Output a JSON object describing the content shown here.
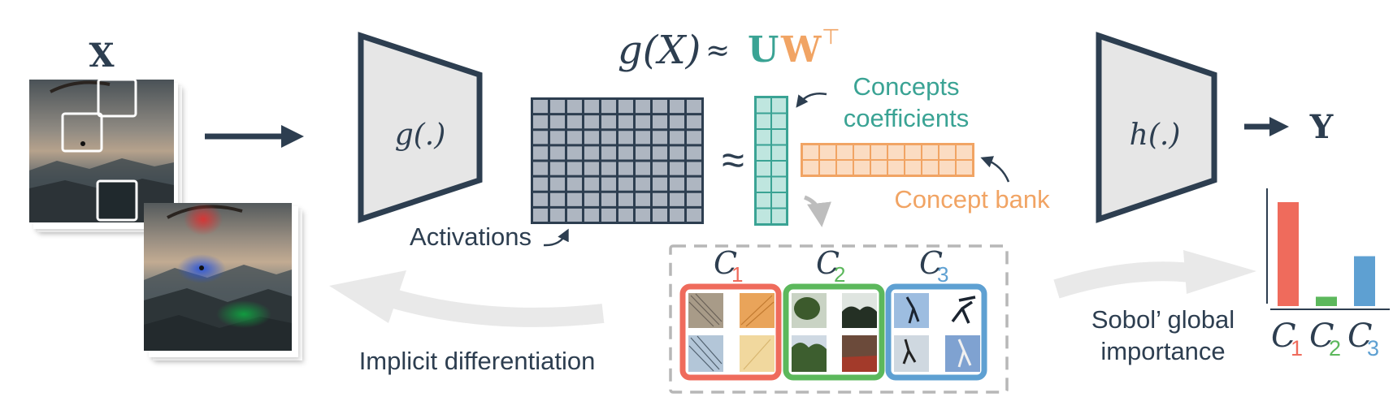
{
  "colors": {
    "navy": "#2d3e50",
    "teal": "#3aa394",
    "orange": "#f1a464",
    "red": "#ef6b5c",
    "green": "#5cb85c",
    "blue": "#5ea0d2",
    "light_gray": "#e6e6e6",
    "arrow_gray": "#e9e9e9",
    "dash_gray": "#b7b7b7"
  },
  "input": {
    "label": "X"
  },
  "encoder": {
    "label": "g(.)"
  },
  "decoder": {
    "label": "h(.)"
  },
  "output": {
    "label": "Y"
  },
  "equation": {
    "lhs": "g(X)",
    "approx": "≈",
    "u": "U",
    "w": "W",
    "transpose": "⊤"
  },
  "matrix": {
    "approx": "≈"
  },
  "labels": {
    "activations": "Activations",
    "concepts_coefficients_line1": "Concepts",
    "concepts_coefficients_line2": "coefficients",
    "concept_bank": "Concept bank",
    "implicit_differentiation": "Implicit differentiation",
    "sobol_line1": "Sobol’ global",
    "sobol_line2": "importance"
  },
  "concepts": [
    {
      "symbol": "C",
      "index": "1",
      "color": "#ef6b5c"
    },
    {
      "symbol": "C",
      "index": "2",
      "color": "#5cb85c"
    },
    {
      "symbol": "C",
      "index": "3",
      "color": "#5ea0d2"
    }
  ],
  "importance_chart": {
    "type": "bar",
    "categories": [
      "C1",
      "C2",
      "C3"
    ],
    "values": [
      1.0,
      0.09,
      0.48
    ],
    "colors": [
      "#ef6b5c",
      "#5cb85c",
      "#5ea0d2"
    ]
  }
}
